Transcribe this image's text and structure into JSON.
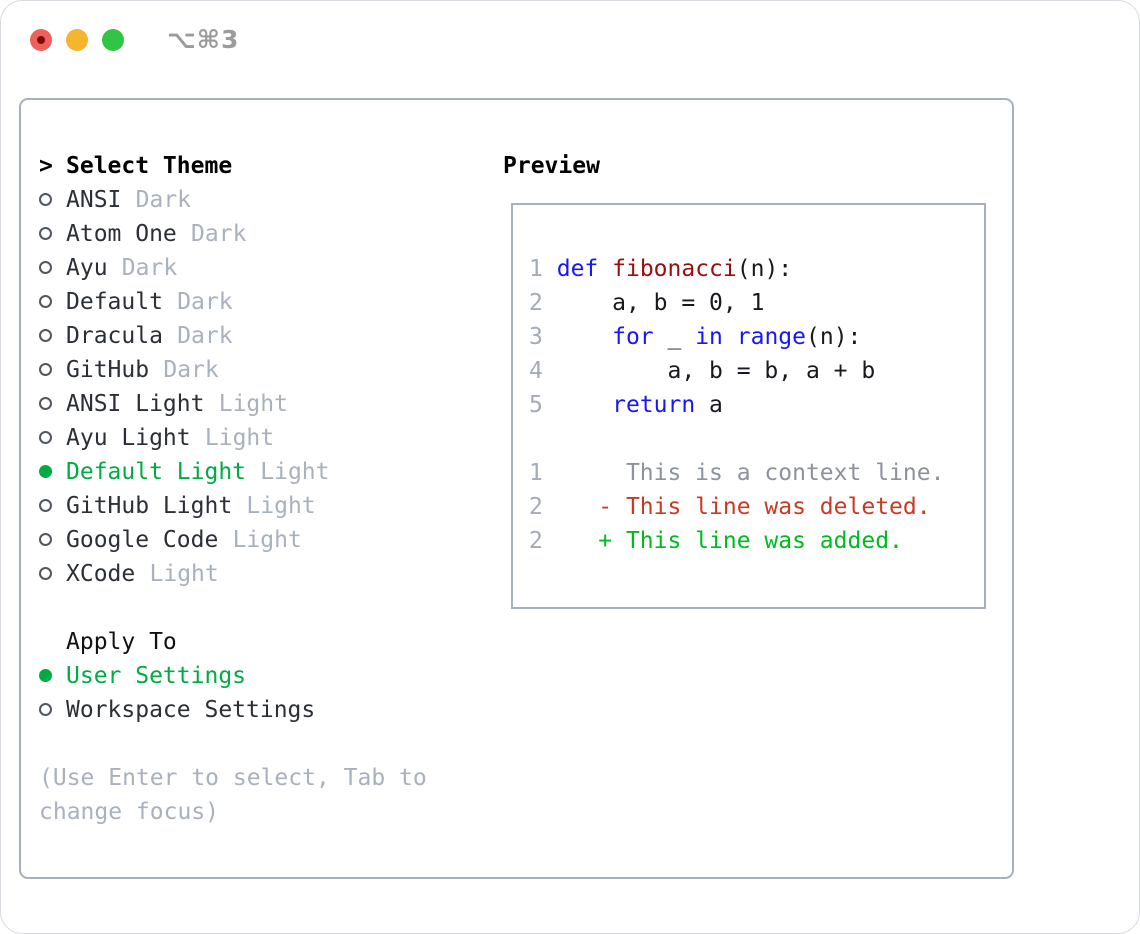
{
  "window": {
    "title": "⌥⌘3"
  },
  "theme_list": {
    "prompt": ">",
    "header": "Select Theme",
    "items": [
      {
        "name": "ANSI",
        "variant": "Dark",
        "selected": false
      },
      {
        "name": "Atom One",
        "variant": "Dark",
        "selected": false
      },
      {
        "name": "Ayu",
        "variant": "Dark",
        "selected": false
      },
      {
        "name": "Default",
        "variant": "Dark",
        "selected": false
      },
      {
        "name": "Dracula",
        "variant": "Dark",
        "selected": false
      },
      {
        "name": "GitHub",
        "variant": "Dark",
        "selected": false
      },
      {
        "name": "ANSI Light",
        "variant": "Light",
        "selected": false
      },
      {
        "name": "Ayu Light",
        "variant": "Light",
        "selected": false
      },
      {
        "name": "Default Light",
        "variant": "Light",
        "selected": true
      },
      {
        "name": "GitHub Light",
        "variant": "Light",
        "selected": false
      },
      {
        "name": "Google Code",
        "variant": "Light",
        "selected": false
      },
      {
        "name": "XCode",
        "variant": "Light",
        "selected": false
      }
    ]
  },
  "apply_to": {
    "header": "Apply To",
    "options": [
      {
        "label": "User Settings",
        "selected": true
      },
      {
        "label": "Workspace Settings",
        "selected": false
      }
    ]
  },
  "hint": "(Use Enter to select, Tab to change focus)",
  "preview": {
    "header": "Preview",
    "lines": [
      {
        "num": "1",
        "tokens": [
          [
            "pl",
            " "
          ],
          [
            "kw",
            "def"
          ],
          [
            "pl",
            " "
          ],
          [
            "fn",
            "fibonacci"
          ],
          [
            "pl",
            "(n):"
          ]
        ]
      },
      {
        "num": "2",
        "tokens": [
          [
            "pl",
            "     a, b = 0, 1"
          ]
        ]
      },
      {
        "num": "3",
        "tokens": [
          [
            "pl",
            "     "
          ],
          [
            "kw",
            "for"
          ],
          [
            "pl",
            " _ "
          ],
          [
            "kw",
            "in"
          ],
          [
            "pl",
            " "
          ],
          [
            "kw",
            "range"
          ],
          [
            "pl",
            "(n):"
          ]
        ]
      },
      {
        "num": "4",
        "tokens": [
          [
            "pl",
            "         a, b = b, a + b"
          ]
        ]
      },
      {
        "num": "5",
        "tokens": [
          [
            "pl",
            "     "
          ],
          [
            "kw",
            "return"
          ],
          [
            "pl",
            " a"
          ]
        ]
      },
      {
        "num": "",
        "tokens": []
      },
      {
        "num": "1",
        "tokens": [
          [
            "ctx",
            "      This is a context line."
          ]
        ]
      },
      {
        "num": "2",
        "tokens": [
          [
            "del",
            "    - This line was deleted."
          ]
        ]
      },
      {
        "num": "2",
        "tokens": [
          [
            "add",
            "    + This line was added."
          ]
        ]
      }
    ]
  },
  "colors": {
    "selection_green": "#00ab44",
    "diff_added_green": "#00bb1d",
    "diff_deleted_red": "#c83b23",
    "keyword_blue": "#1616fa",
    "function_dark_red": "#9c0d0d",
    "muted_gray": "#a9b1bc",
    "panel_border": "#a8b0ba",
    "traffic_red": "#f0605a",
    "traffic_yellow": "#f5b52e",
    "traffic_green": "#31c546"
  }
}
